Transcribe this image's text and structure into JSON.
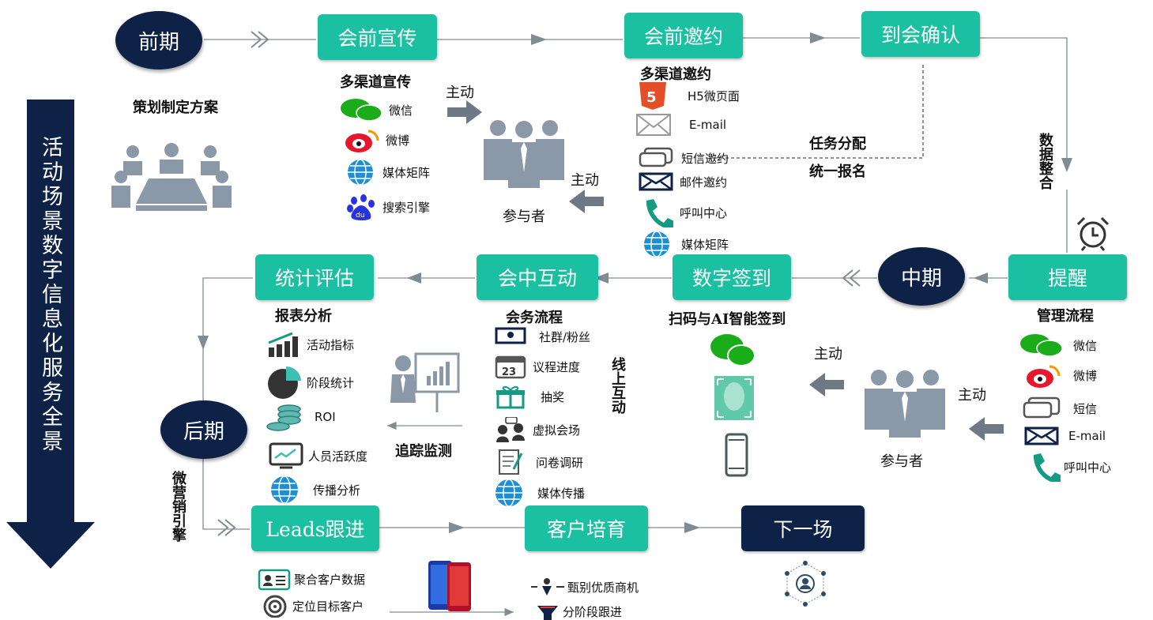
{
  "side_title": "活动场景数字信息化服务全景",
  "phases": {
    "early": "前期",
    "mid": "中期",
    "late": "后期"
  },
  "early": {
    "plan_label": "策划制定方案",
    "promo_box": "会前宣传",
    "promo_heading": "多渠道宣传",
    "promo_items": [
      "微信",
      "微博",
      "媒体矩阵",
      "搜索引擎"
    ],
    "active_top": "主动",
    "active_bottom": "主动",
    "participants": "参与者",
    "invite_box": "会前邀约",
    "invite_heading": "多渠道邀约",
    "invite_items": [
      "H5微页面",
      "E-mail",
      "短信邀约",
      "邮件邀约",
      "呼叫中心",
      "媒体矩阵"
    ],
    "task_line1": "任务分配",
    "task_line2": "统一报名",
    "confirm_box": "到会确认",
    "data_merge": "数据整合"
  },
  "mid": {
    "remind_box": "提醒",
    "manage_heading": "管理流程",
    "manage_items": [
      "微信",
      "微博",
      "短信",
      "E-mail",
      "呼叫中心"
    ],
    "active_right": "主动",
    "active_left": "主动",
    "participants": "参与者",
    "checkin_box": "数字签到",
    "checkin_heading": "扫码与AI智能签到",
    "interact_box": "会中互动",
    "process_heading": "会务流程",
    "process_items": [
      "社群/粉丝",
      "议程进度",
      "抽奖",
      "虚拟会场",
      "问卷调研",
      "媒体传播"
    ],
    "online_label": "线上互动",
    "track_label": "追踪监测",
    "stats_box": "统计评估",
    "report_heading": "报表分析",
    "report_items": [
      "活动指标",
      "阶段统计",
      "ROI",
      "人员活跃度",
      "传播分析"
    ]
  },
  "late": {
    "engine_label": "微营销引擎",
    "leads_box": "Leads跟进",
    "leads_items": [
      "聚合客户数据",
      "定位目标客户"
    ],
    "nurture_box": "客户培育",
    "nurture_items": [
      "甄别优质商机",
      "分阶段跟进"
    ],
    "next_box": "下一场"
  },
  "colors": {
    "teal": "#1bbfa2",
    "navy": "#0e2247",
    "grey": "#7f8c93",
    "icon_grey": "#8a98a8"
  }
}
